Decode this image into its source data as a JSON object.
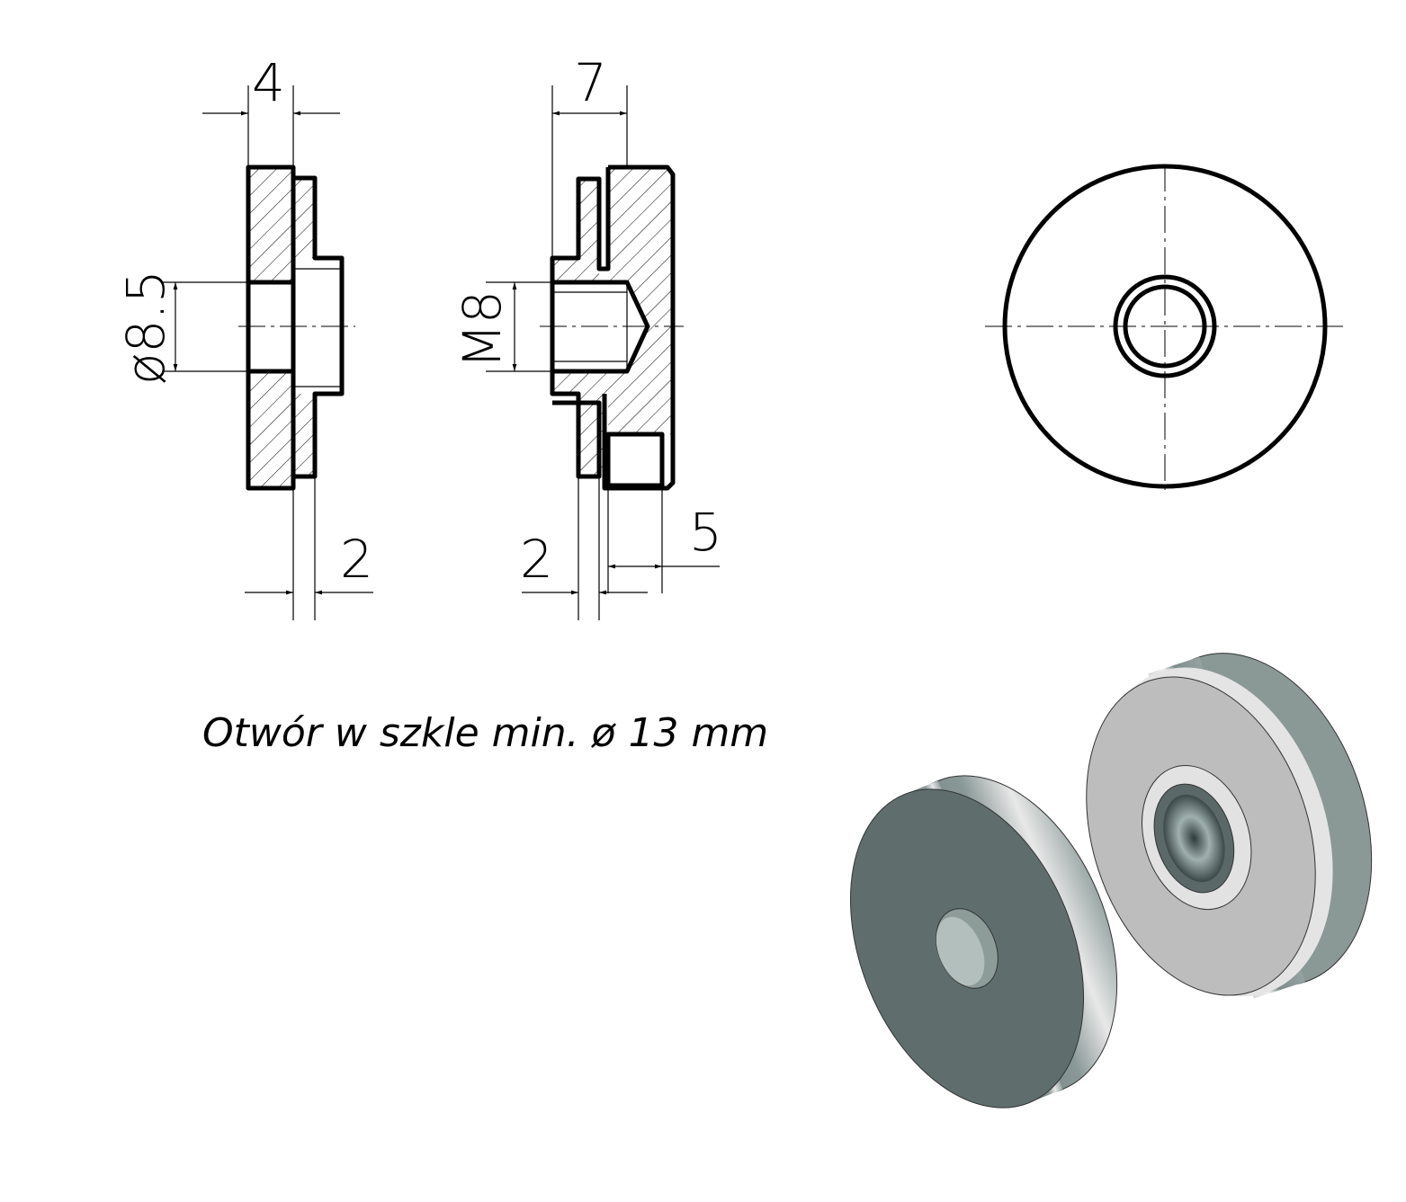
{
  "dimensions": {
    "left_thickness": "4",
    "left_hole_diameter": "ø8.5",
    "left_step": "2",
    "right_thickness": "7",
    "right_thread": "M8",
    "right_step": "2",
    "right_depth": "5"
  },
  "note": "Otwór w szkle min. ø 13 mm",
  "colors": {
    "line": "#000000",
    "disk_dark": "#5f6e6d",
    "disk_side": "#8c9a98",
    "nut_face": "#bdbdbd"
  }
}
